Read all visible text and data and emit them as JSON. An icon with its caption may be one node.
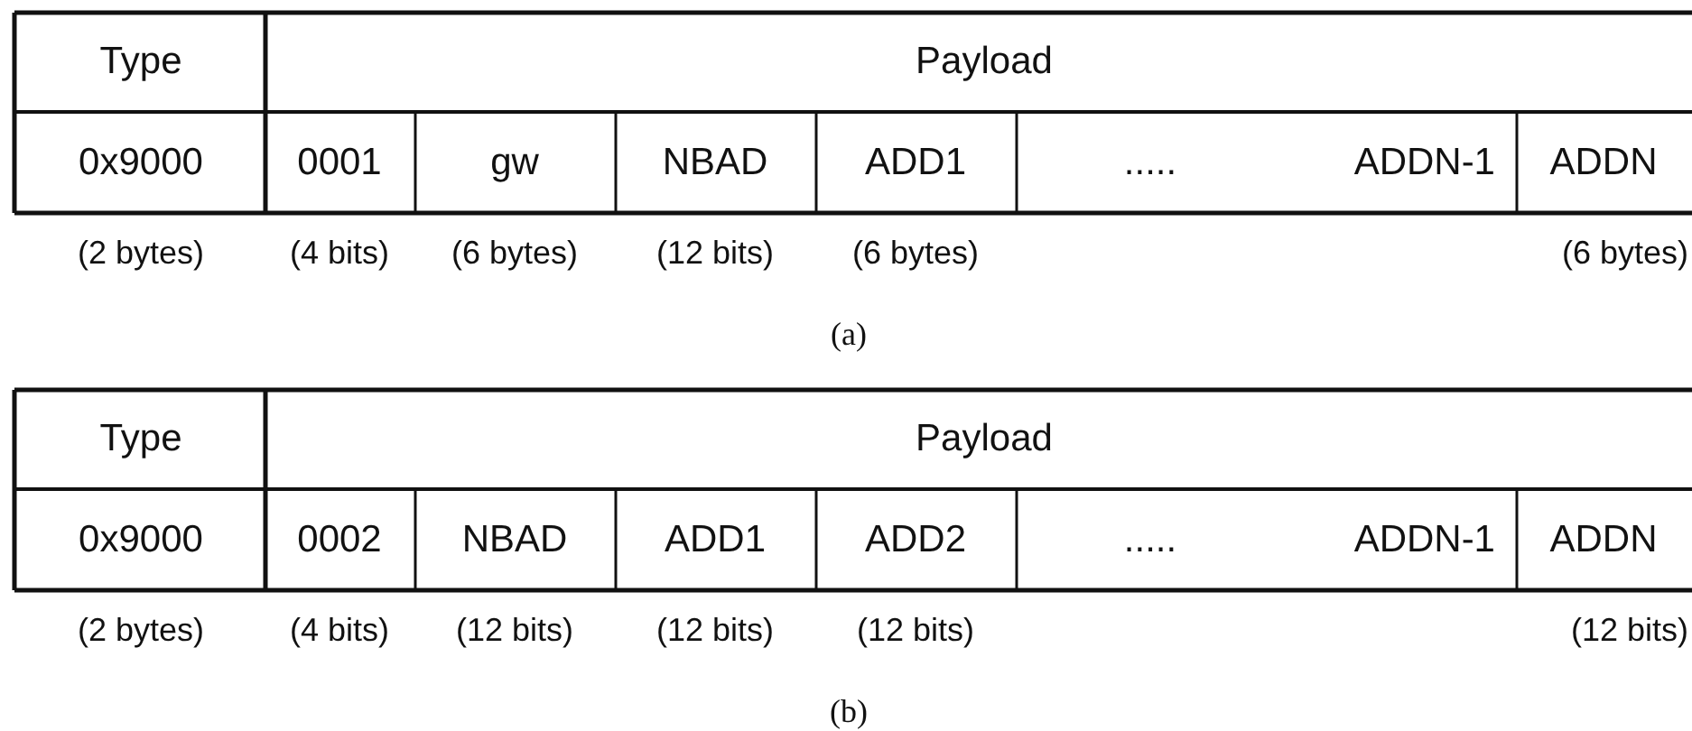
{
  "diagram": {
    "labels": [
      "Type",
      "Payload",
      "0x9000",
      "0001",
      "gw",
      "NBAD",
      "ADD1",
      ".....",
      "ADDN-1",
      "ADDN",
      "(2 bytes)",
      "(4 bits)",
      "(6 bytes)",
      "(12 bits)",
      "(6 bytes)",
      "(6 bytes)",
      "(a)",
      "Type",
      "Payload",
      "0x9000",
      "0002",
      "NBAD",
      "ADD1",
      "ADD2",
      ".....",
      "ADDN-1",
      "ADDN",
      "(2 bytes)",
      "(4 bits)",
      "(12 bits)",
      "(12 bits)",
      "(12 bits)",
      "(12 bits)",
      "(b)"
    ]
  }
}
